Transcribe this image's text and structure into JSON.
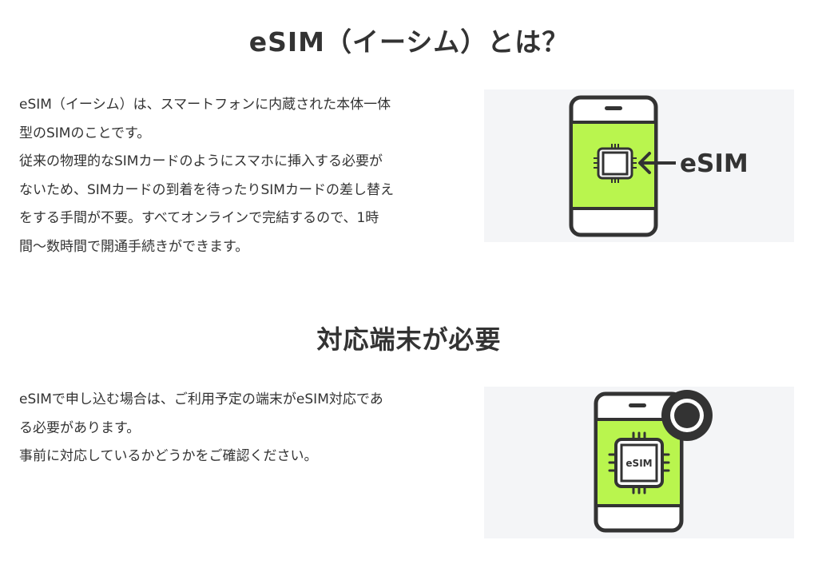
{
  "section1": {
    "title": "eSIM（イーシム）とは？",
    "lines": [
      "eSIM（イーシム）は、スマートフォンに内蔵された本体一体",
      "型のSIMのことです。",
      "従来の物理的なSIMカードのようにスマホに挿入する必要が",
      "ないため、SIMカードの到着を待ったりSIMカードの差し替え",
      "をする手間が不要。すべてオンラインで完結するので、1時",
      "間〜数時間で開通手続きができます。"
    ],
    "illustration": {
      "label": "eSIM",
      "icon": "phone-with-chip-arrow-icon"
    }
  },
  "section2": {
    "title": "対応端末が必要",
    "lines": [
      "eSIMで申し込む場合は、ご利用予定の端末がeSIM対応であ",
      "る必要があります。",
      "事前に対応しているかどうかをご確認ください。"
    ],
    "illustration": {
      "chip_label": "eSIM",
      "icon": "phone-with-esim-chip-check-icon"
    }
  },
  "colors": {
    "text": "#333333",
    "accent_green": "#b9f54e",
    "figure_bg": "#f4f5f7",
    "outline": "#333333"
  }
}
